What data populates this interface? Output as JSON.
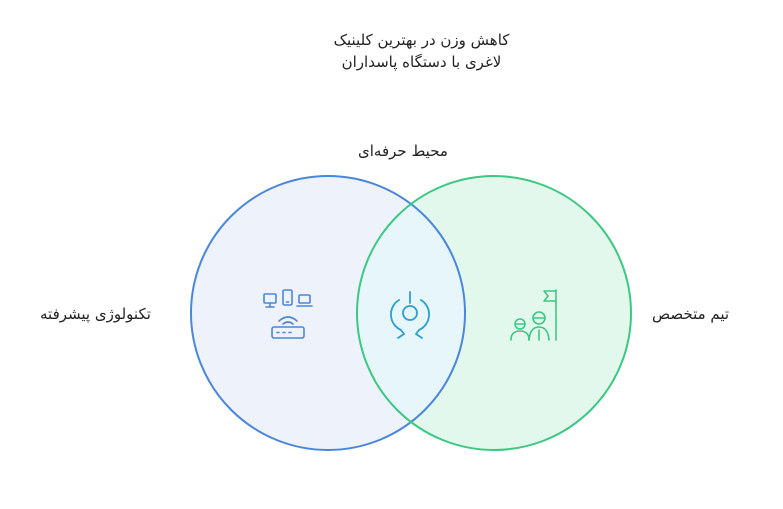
{
  "diagram": {
    "title_line1": "کاهش وزن در بهترین کلینیک",
    "title_line2": "لاغری با دستگاه پاسداران",
    "intersection_label": "محیط حرفه‌ای",
    "left_label": "تکنولوژی پیشرفته",
    "right_label": "تیم متخصص"
  },
  "colors": {
    "left_stroke": "#4a86d9",
    "left_fill": "#eef2fb",
    "right_stroke": "#3cc882",
    "right_fill": "#e3f8ec",
    "intersection_fill": "#e6f6fb",
    "intersection_icon": "#2a9fd0",
    "left_icon": "#4a86d9",
    "right_icon": "#3cc882"
  },
  "icons": {
    "left": "devices-router-icon",
    "center": "power-plug-icon",
    "right": "team-flag-icon"
  }
}
